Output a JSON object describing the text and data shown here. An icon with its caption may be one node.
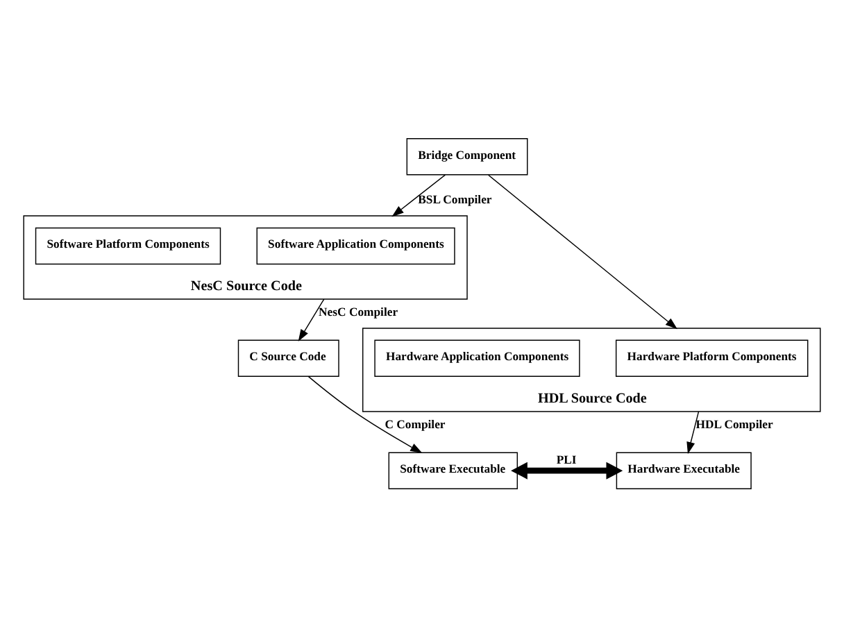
{
  "diagram": {
    "nodes": [
      {
        "text": [
          "Bridge Component"
        ]
      },
      {
        "text": [
          "NesC Source Code"
        ]
      },
      {
        "text": [
          "Software Application Components"
        ],
        "in": 1
      },
      {
        "text": [
          "Software Platform Components"
        ],
        "in": 1
      },
      {
        "text": [
          "HDL Source Code"
        ]
      },
      {
        "text": [
          "Hardware Platform Components"
        ],
        "in": 4
      },
      {
        "text": [
          "Hardware Application Components"
        ],
        "in": 4
      },
      {
        "text": [
          "C Source Code"
        ]
      },
      {
        "text": [
          "Software Executable"
        ]
      },
      {
        "text": [
          "Hardware Executable"
        ]
      }
    ],
    "edges": [
      {
        "from": 0,
        "to": 1,
        "arrow": "to",
        "label": "BSL Compiler"
      },
      {
        "from": 0,
        "to": 4,
        "arrow": "to"
      },
      {
        "from": 1,
        "to": 7,
        "arrow": "to",
        "label": "NesC Compiler"
      },
      {
        "from": 7,
        "to": 8,
        "arrow": "to",
        "label": "C Compiler"
      },
      {
        "from": 4,
        "to": 9,
        "arrow": "to",
        "label": "HDL Compiler"
      },
      {
        "from": 8,
        "to": 9,
        "arrow": "both",
        "label": "PLI",
        "style": "thick"
      }
    ]
  }
}
